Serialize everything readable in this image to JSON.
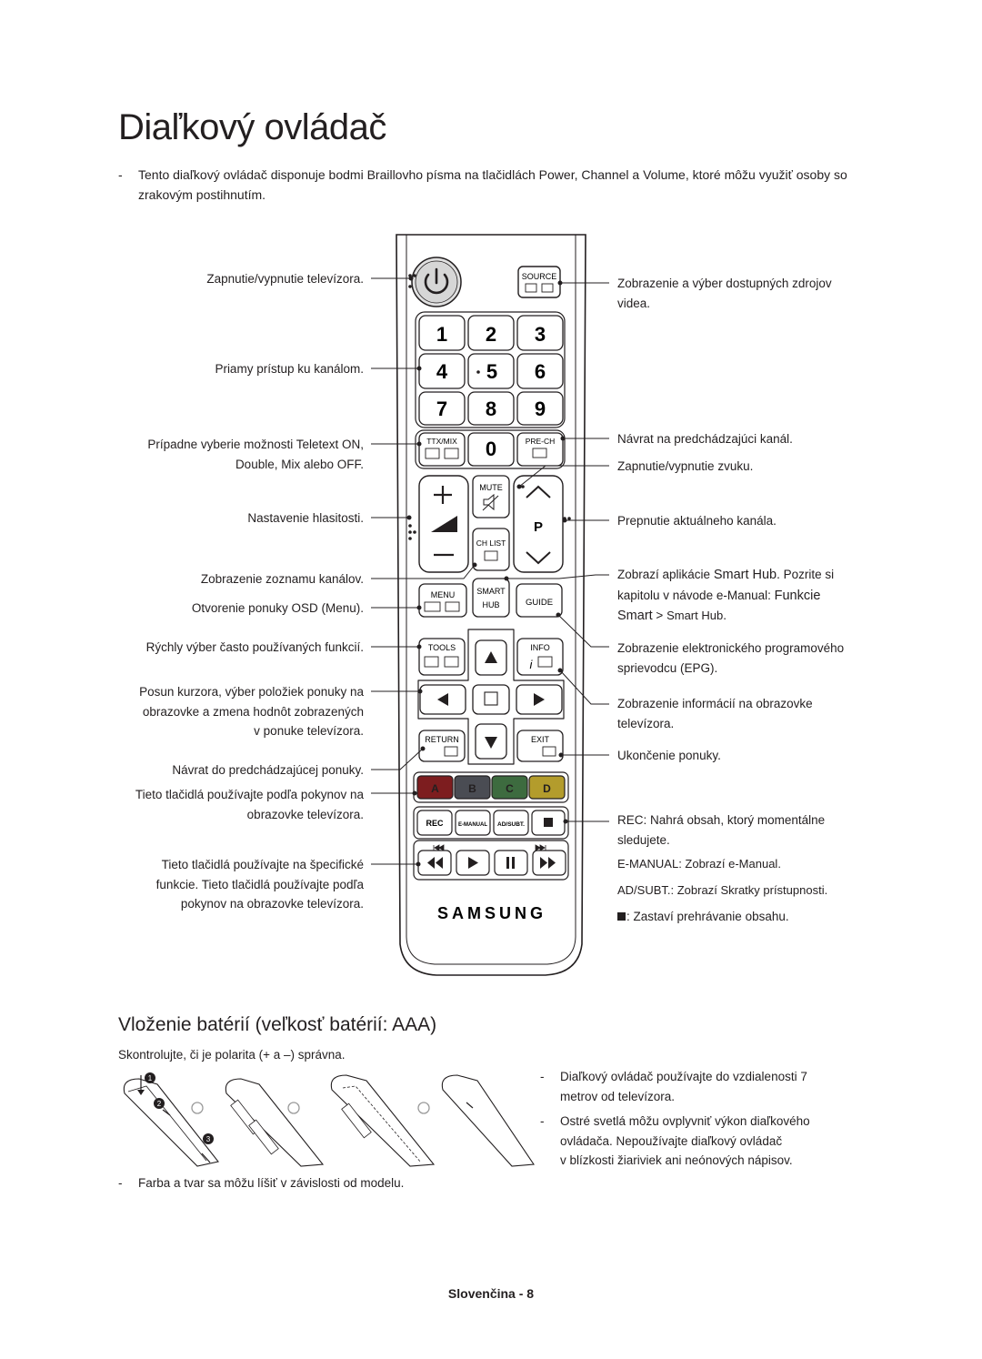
{
  "title": "Diaľkový ovládač",
  "intro": {
    "dash": "-",
    "text_a": "Tento diaľkový ovládač disponuje bodmi Braillovho písma na tlačidlách ",
    "power": "Power",
    "sep1": ", ",
    "channel": "Channel",
    "sep2": " a ",
    "volume": "Volume",
    "text_b": ", ktoré môžu využiť osoby so zrakovým postihnutím."
  },
  "labels_left": {
    "power": "Zapnutie/vypnutie televízora.",
    "direct": "Priamy prístup ku kanálom.",
    "teletext_1": "Prípadne vyberie možnosti Teletext ON,",
    "teletext_2": "Double, Mix alebo OFF.",
    "volume": "Nastavenie hlasitosti.",
    "chlist": "Zobrazenie zoznamu kanálov.",
    "menu": "Otvorenie ponuky OSD (Menu).",
    "tools": "Rýchly výber často používaných funkcií.",
    "cursor_1": "Posun kurzora, výber položiek ponuky na",
    "cursor_2": "obrazovke a zmena hodnôt zobrazených",
    "cursor_3": "v ponuke televízora.",
    "return": "Návrat do predchádzajúcej ponuky.",
    "colors_1": "Tieto tlačidlá používajte podľa pokynov na",
    "colors_2": "obrazovke televízora.",
    "special_1": "Tieto tlačidlá používajte na špecifické",
    "special_2": "funkcie. Tieto tlačidlá používajte podľa",
    "special_3": "pokynov na obrazovke televízora."
  },
  "labels_right": {
    "source_1": "Zobrazenie a výber dostupných zdrojov",
    "source_2": "videa.",
    "prech": "Návrat na predchádzajúci kanál.",
    "mute": "Zapnutie/vypnutie zvuku.",
    "channel": "Prepnutie aktuálneho kanála.",
    "smarthub_1a": "Zobrazí aplikácie ",
    "smarthub_1b": "Smart Hub",
    "smarthub_1c": ". Pozrite si",
    "smarthub_2a": "kapitolu v návode e-Manual: ",
    "smarthub_2b": "Funkcie",
    "smarthub_3a": "Smart",
    "smarthub_3b": " > ",
    "smarthub_3c": "Smart Hub",
    "smarthub_3d": ".",
    "guide_1": "Zobrazenie elektronického programového",
    "guide_2": "sprievodcu (EPG).",
    "info_1": "Zobrazenie informácií na obrazovke",
    "info_2": "televízora.",
    "exit": "Ukončenie ponuky.",
    "rec_a": "REC",
    "rec_b": ": Nahrá obsah, ktorý momentálne",
    "rec_2": "sledujete.",
    "emanual_a": "E-MANUAL",
    "emanual_b": ": Zobrazí ",
    "emanual_c": "e-Manual",
    "emanual_d": ".",
    "adsubt_a": "AD/SUBT.",
    "adsubt_b": ": Zobrazí ",
    "adsubt_c": "Skratky prístupnosti",
    "adsubt_d": ".",
    "stop": ": Zastaví prehrávanie obsahu."
  },
  "remote_buttons": {
    "source": "SOURCE",
    "digits": [
      "1",
      "2",
      "3",
      "4",
      "5",
      "6",
      "7",
      "8",
      "9",
      "0"
    ],
    "ttxmix": "TTX/MIX",
    "prech": "PRE-CH",
    "mute": "MUTE",
    "chlist": "CH LIST",
    "p": "P",
    "menu": "MENU",
    "smart": "SMART",
    "hub": "HUB",
    "guide": "GUIDE",
    "tools": "TOOLS",
    "info": "INFO",
    "return": "RETURN",
    "exit": "EXIT",
    "colors": [
      "A",
      "B",
      "C",
      "D"
    ],
    "rec": "REC",
    "emanual": "E-MANUAL",
    "adsubt": "AD/SUBT.",
    "brand": "SAMSUNG"
  },
  "colors": {
    "a": "#7d1d1f",
    "b": "#4a4c53",
    "c": "#3d6b3f",
    "d": "#b39c2c"
  },
  "battery": {
    "heading": "Vloženie batérií (veľkosť batérií: AAA)",
    "check": "Skontrolujte, či je polarita (+ a –) správna.",
    "steps": [
      "1",
      "2",
      "3"
    ],
    "note_color_dash": "-",
    "note_color": "Farba a tvar sa môžu líšiť v závislosti od modelu.",
    "note_distance_1": "Diaľkový ovládač používajte do vzdialenosti 7",
    "note_distance_2": "metrov od televízora.",
    "note_light_1": "Ostré svetlá môžu ovplyvniť výkon diaľkového",
    "note_light_2": "ovládača. Nepoužívajte diaľkový ovládač",
    "note_light_3": "v blízkosti žiariviek ani neónových nápisov."
  },
  "footer": "Slovenčina - 8"
}
